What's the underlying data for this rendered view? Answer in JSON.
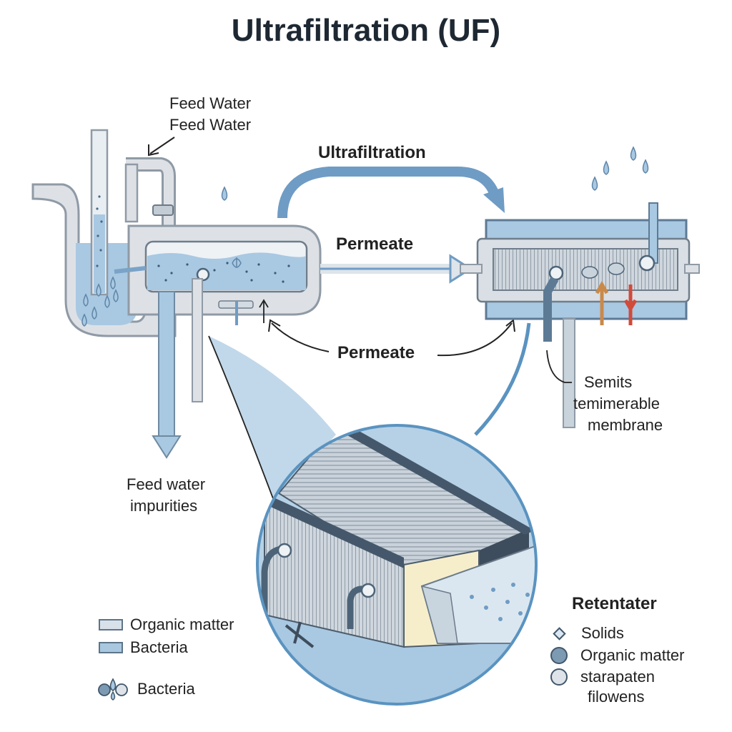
{
  "title": "Ultrafiltration (UF)",
  "labels": {
    "feed_water_1": "Feed Water",
    "feed_water_2": "Feed Water",
    "ultrafiltration": "Ultrafiltration",
    "permeate_top": "Permeate",
    "permeate_mid": "Permeate",
    "membrane_line1": "Semits",
    "membrane_line2": "temimerable",
    "membrane_line3": "membrane",
    "impurities_line1": "Feed water",
    "impurities_line2": "impurities"
  },
  "legend_left": {
    "items": [
      {
        "label": "Organic matter",
        "color": "#d8e1e9"
      },
      {
        "label": "Bacteria",
        "color": "#a9c8e0"
      }
    ],
    "drops_label": "Bacteria"
  },
  "legend_right": {
    "title": "Retentater",
    "items": [
      {
        "label": "Solids",
        "shape": "diamond",
        "color": "#dbe8f3"
      },
      {
        "label": "Organic matter",
        "shape": "circle",
        "color": "#7d9ab3"
      },
      {
        "label": "starapaten",
        "shape": "circle",
        "color": "#dde3e8"
      }
    ],
    "extra_line": "filowens"
  },
  "colors": {
    "pipe_fill": "#dde1e6",
    "pipe_stroke": "#8f9aa5",
    "water": "#a9c8e2",
    "arrow_blue": "#6f9cc4",
    "zoom_fill": "#b6d1e6",
    "zoom_ring": "#5a93c0",
    "membrane_yellow": "#f6eecb",
    "orange_arrow": "#c9894a",
    "red_arrow": "#d14a3a"
  }
}
